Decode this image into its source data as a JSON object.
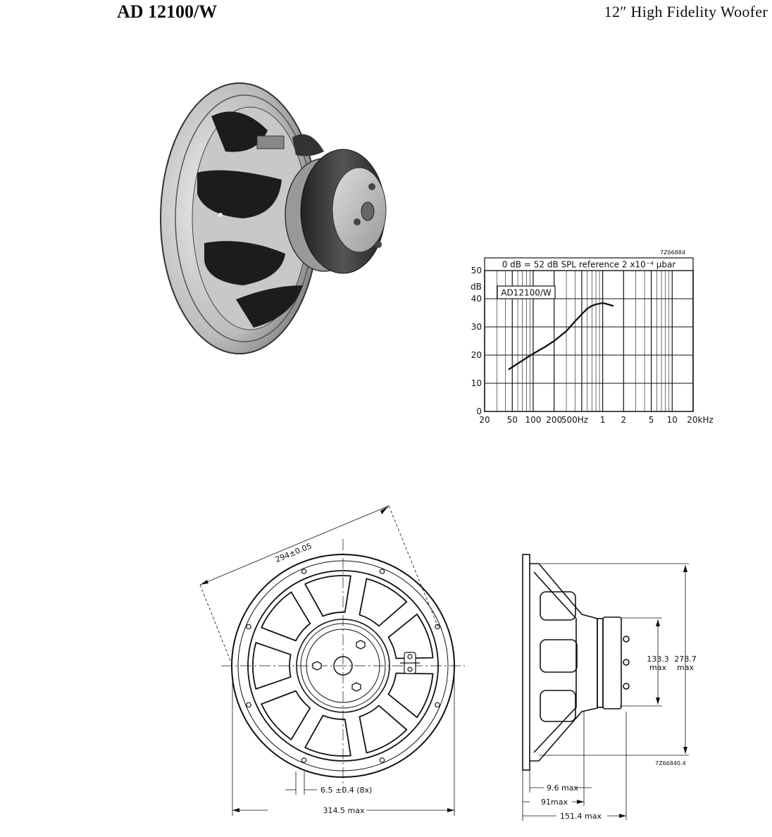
{
  "header": {
    "model": "AD 12100/W",
    "description": "12″ High Fidelity Woofer"
  },
  "figure_photo": {
    "icon": "loudspeaker-photo"
  },
  "frequency_chart": {
    "figure_code": "7Z66884",
    "reference_text": "0 dB = 52 dB  SPL  reference  2 x10⁻⁴ µbar",
    "series_box_label": "AD12100/W",
    "chart_data": {
      "type": "line",
      "title": "0 dB = 52 dB  SPL  reference  2 x10⁻⁴ µbar",
      "xlabel": "",
      "ylabel": "dB",
      "x_scale": "log",
      "xlim": [
        20,
        20000
      ],
      "ylim": [
        0,
        50
      ],
      "grid": true,
      "x_tick_labels": [
        "20",
        "50",
        "100",
        "200",
        "500Hz",
        "1",
        "2",
        "5",
        "10",
        "20kHz"
      ],
      "y_tick_labels": [
        "0",
        "10",
        "20",
        "30",
        "40",
        "50"
      ],
      "series": [
        {
          "name": "AD12100/W",
          "x": [
            45,
            60,
            80,
            100,
            150,
            200,
            300,
            400,
            500,
            600,
            700,
            800,
            1000,
            1200,
            1400
          ],
          "y": [
            15,
            17,
            19,
            20.5,
            23,
            25,
            28.5,
            32,
            34.5,
            36.5,
            37.5,
            38,
            38.5,
            38,
            37.5
          ]
        }
      ]
    }
  },
  "front_drawing": {
    "dim_bolt_circle": "294±0.05",
    "dim_holes": "6.5 ±0.4 (8x)",
    "dim_overall": "314.5 max"
  },
  "side_drawing": {
    "dim_magnet_value": "133.3",
    "dim_magnet_suffix": "max",
    "dim_frame_value": "278.7",
    "dim_frame_suffix": "max",
    "dim_flange": "9.6 max",
    "dim_depth_a": "91max",
    "dim_depth_b": "151.4 max",
    "figure_code": "7Z66840.4"
  }
}
